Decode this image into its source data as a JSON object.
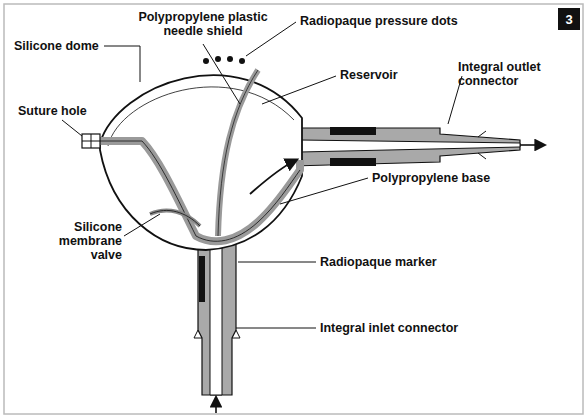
{
  "diagram": {
    "nodes": [
      {
        "text": [
          "3"
        ]
      }
    ],
    "labels": [
      "Polypropylene plastic needle shield",
      "Radiopaque pressure dots",
      "Silicone dome",
      "Reservoir",
      "Integral outlet connector",
      "Suture hole",
      "Polypropylene base",
      "Silicone membrane valve",
      "Radiopaque marker",
      "Integral inlet connector"
    ]
  }
}
